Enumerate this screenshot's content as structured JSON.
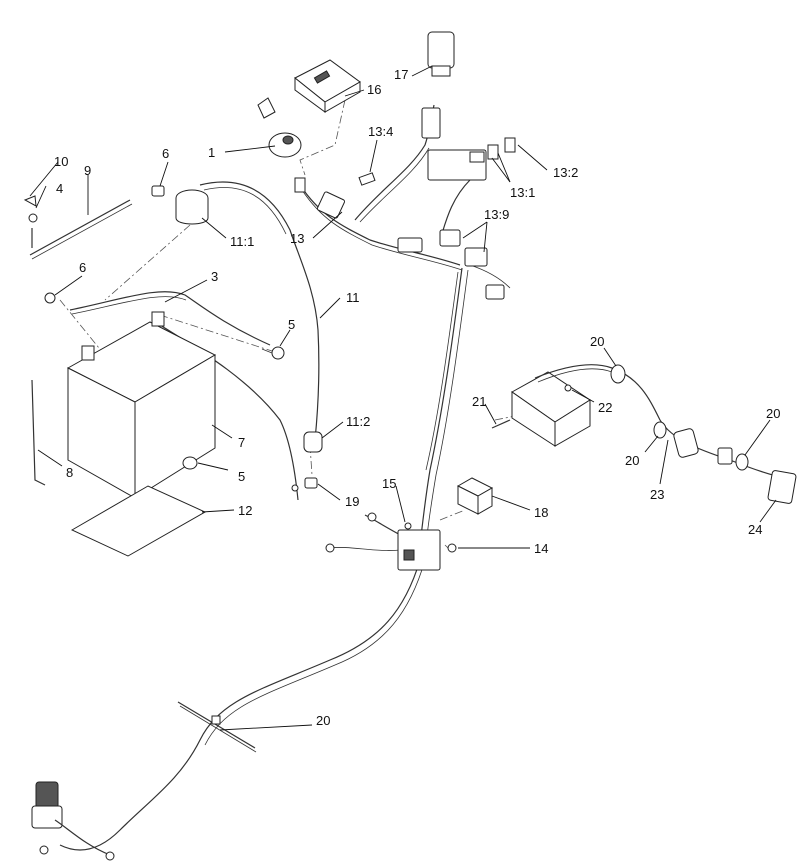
{
  "callouts": {
    "c1": "1",
    "c3": "3",
    "c4": "4",
    "c5a": "5",
    "c5b": "5",
    "c6a": "6",
    "c6b": "6",
    "c7": "7",
    "c8": "8",
    "c9": "9",
    "c10": "10",
    "c11": "11",
    "c11_1": "11:1",
    "c11_2": "11:2",
    "c12": "12",
    "c13": "13",
    "c13_1": "13:1",
    "c13_2": "13:2",
    "c13_4": "13:4",
    "c13_9": "13:9",
    "c14": "14",
    "c15": "15",
    "c16": "16",
    "c17": "17",
    "c18": "18",
    "c19": "19",
    "c20a": "20",
    "c20b": "20",
    "c20c": "20",
    "c20d": "20",
    "c21": "21",
    "c22": "22",
    "c23": "23",
    "c24": "24"
  }
}
